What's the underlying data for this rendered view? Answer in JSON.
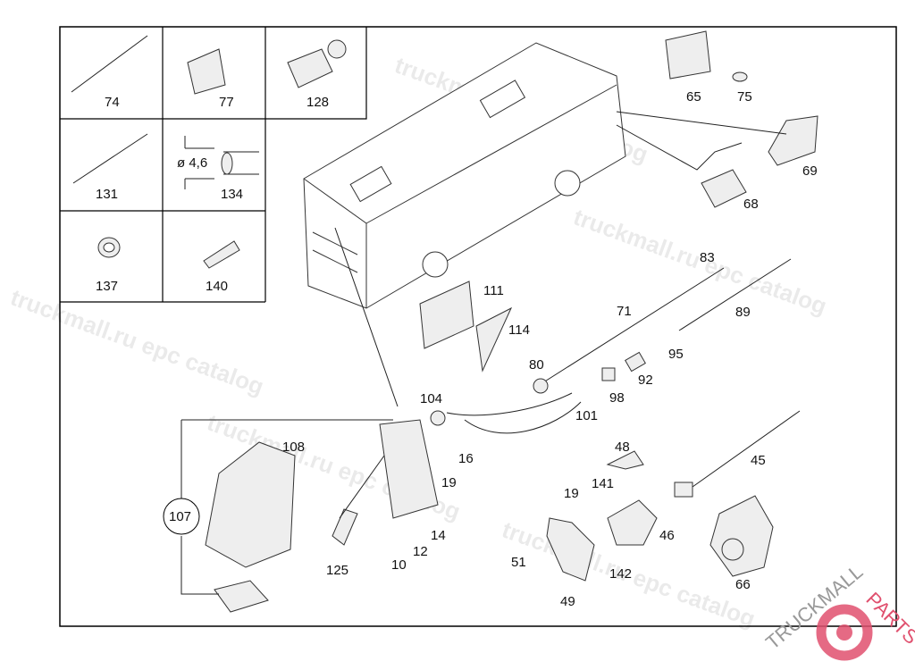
{
  "diagram": {
    "inset_labels": [
      "74",
      "77",
      "128",
      "131",
      "134",
      "137",
      "140"
    ],
    "dimension_label": "ø 4,6",
    "callouts": {
      "p65": "65",
      "p75": "75",
      "p69": "69",
      "p68": "68",
      "p83": "83",
      "p111": "111",
      "p114": "114",
      "p71": "71",
      "p89": "89",
      "p80": "80",
      "p95": "95",
      "p92": "92",
      "p98": "98",
      "p101": "101",
      "p104": "104",
      "p108": "108",
      "p16": "16",
      "p19a": "19",
      "p107": "107",
      "p14": "14",
      "p12": "12",
      "p10": "10",
      "p125": "125",
      "p48": "48",
      "p141": "141",
      "p19b": "19",
      "p46": "46",
      "p51": "51",
      "p142": "142",
      "p49": "49",
      "p45": "45",
      "p66": "66"
    }
  },
  "watermark": "truckmall.ru epc catalog",
  "logo": {
    "text_gray": "TRUCKMALL",
    "text_red": "PARTS",
    "color": "#e0506e"
  }
}
